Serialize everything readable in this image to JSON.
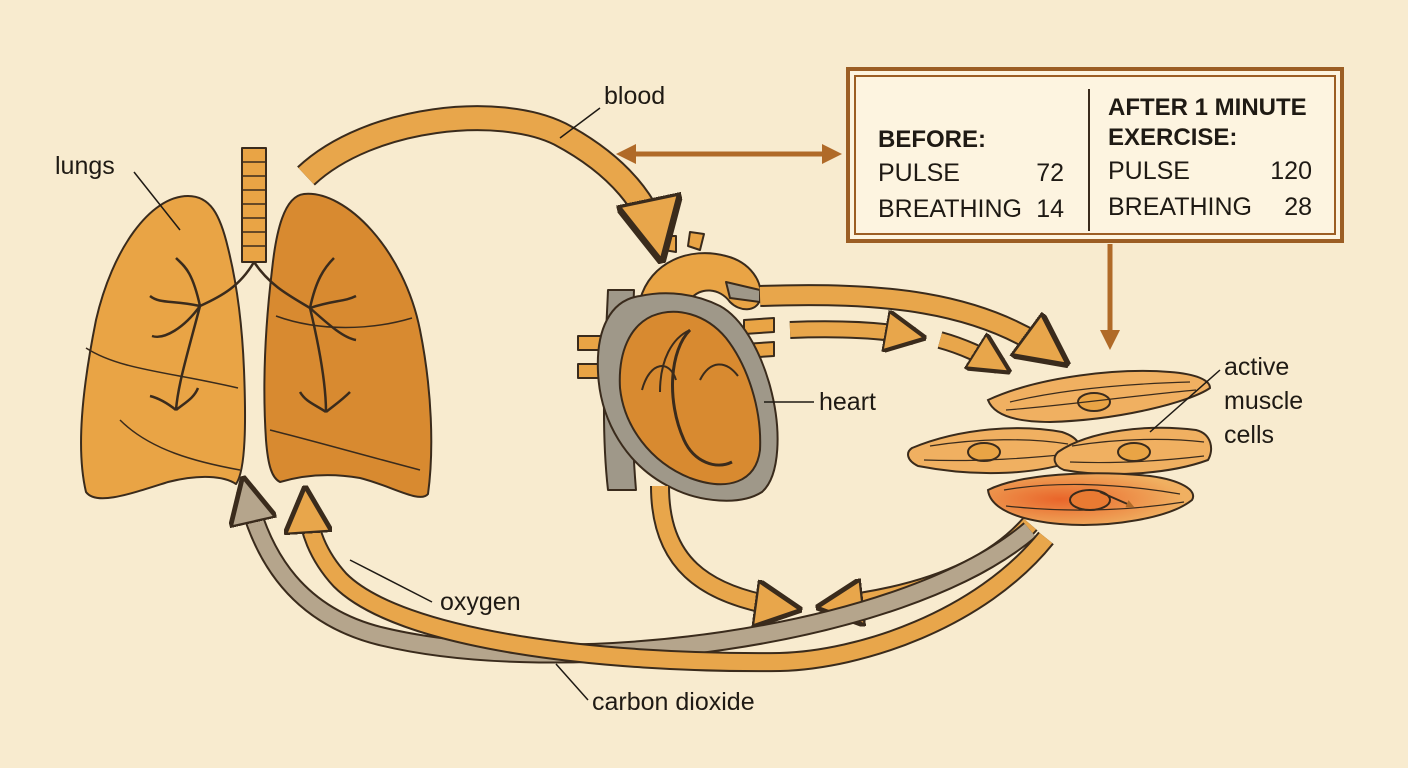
{
  "labels": {
    "lungs": "lungs",
    "blood": "blood",
    "heart": "heart",
    "active_muscle_cells": [
      "active",
      "muscle",
      "cells"
    ],
    "oxygen": "oxygen",
    "carbon_dioxide": "carbon dioxide"
  },
  "info_box": {
    "before": {
      "heading": "BEFORE:",
      "rows": [
        {
          "label": "PULSE",
          "value": "72"
        },
        {
          "label": "BREATHING",
          "value": "14"
        }
      ]
    },
    "after": {
      "heading_lines": [
        "AFTER 1 MINUTE",
        "EXERCISE:"
      ],
      "rows": [
        {
          "label": "PULSE",
          "value": "120"
        },
        {
          "label": "BREATHING",
          "value": "28"
        }
      ]
    }
  },
  "colors": {
    "background": "#f8ebcf",
    "organ": "#e9a445",
    "organ_dark": "#d88a30",
    "arrow": "#e8a64b",
    "arrow_dark": "#c98a3a",
    "co2_arrow": "#b5a58c",
    "vessel": "#9f9889",
    "border": "#9c5e24",
    "outline": "#3a2b1c",
    "muscle_highlight": "#e97a32"
  }
}
